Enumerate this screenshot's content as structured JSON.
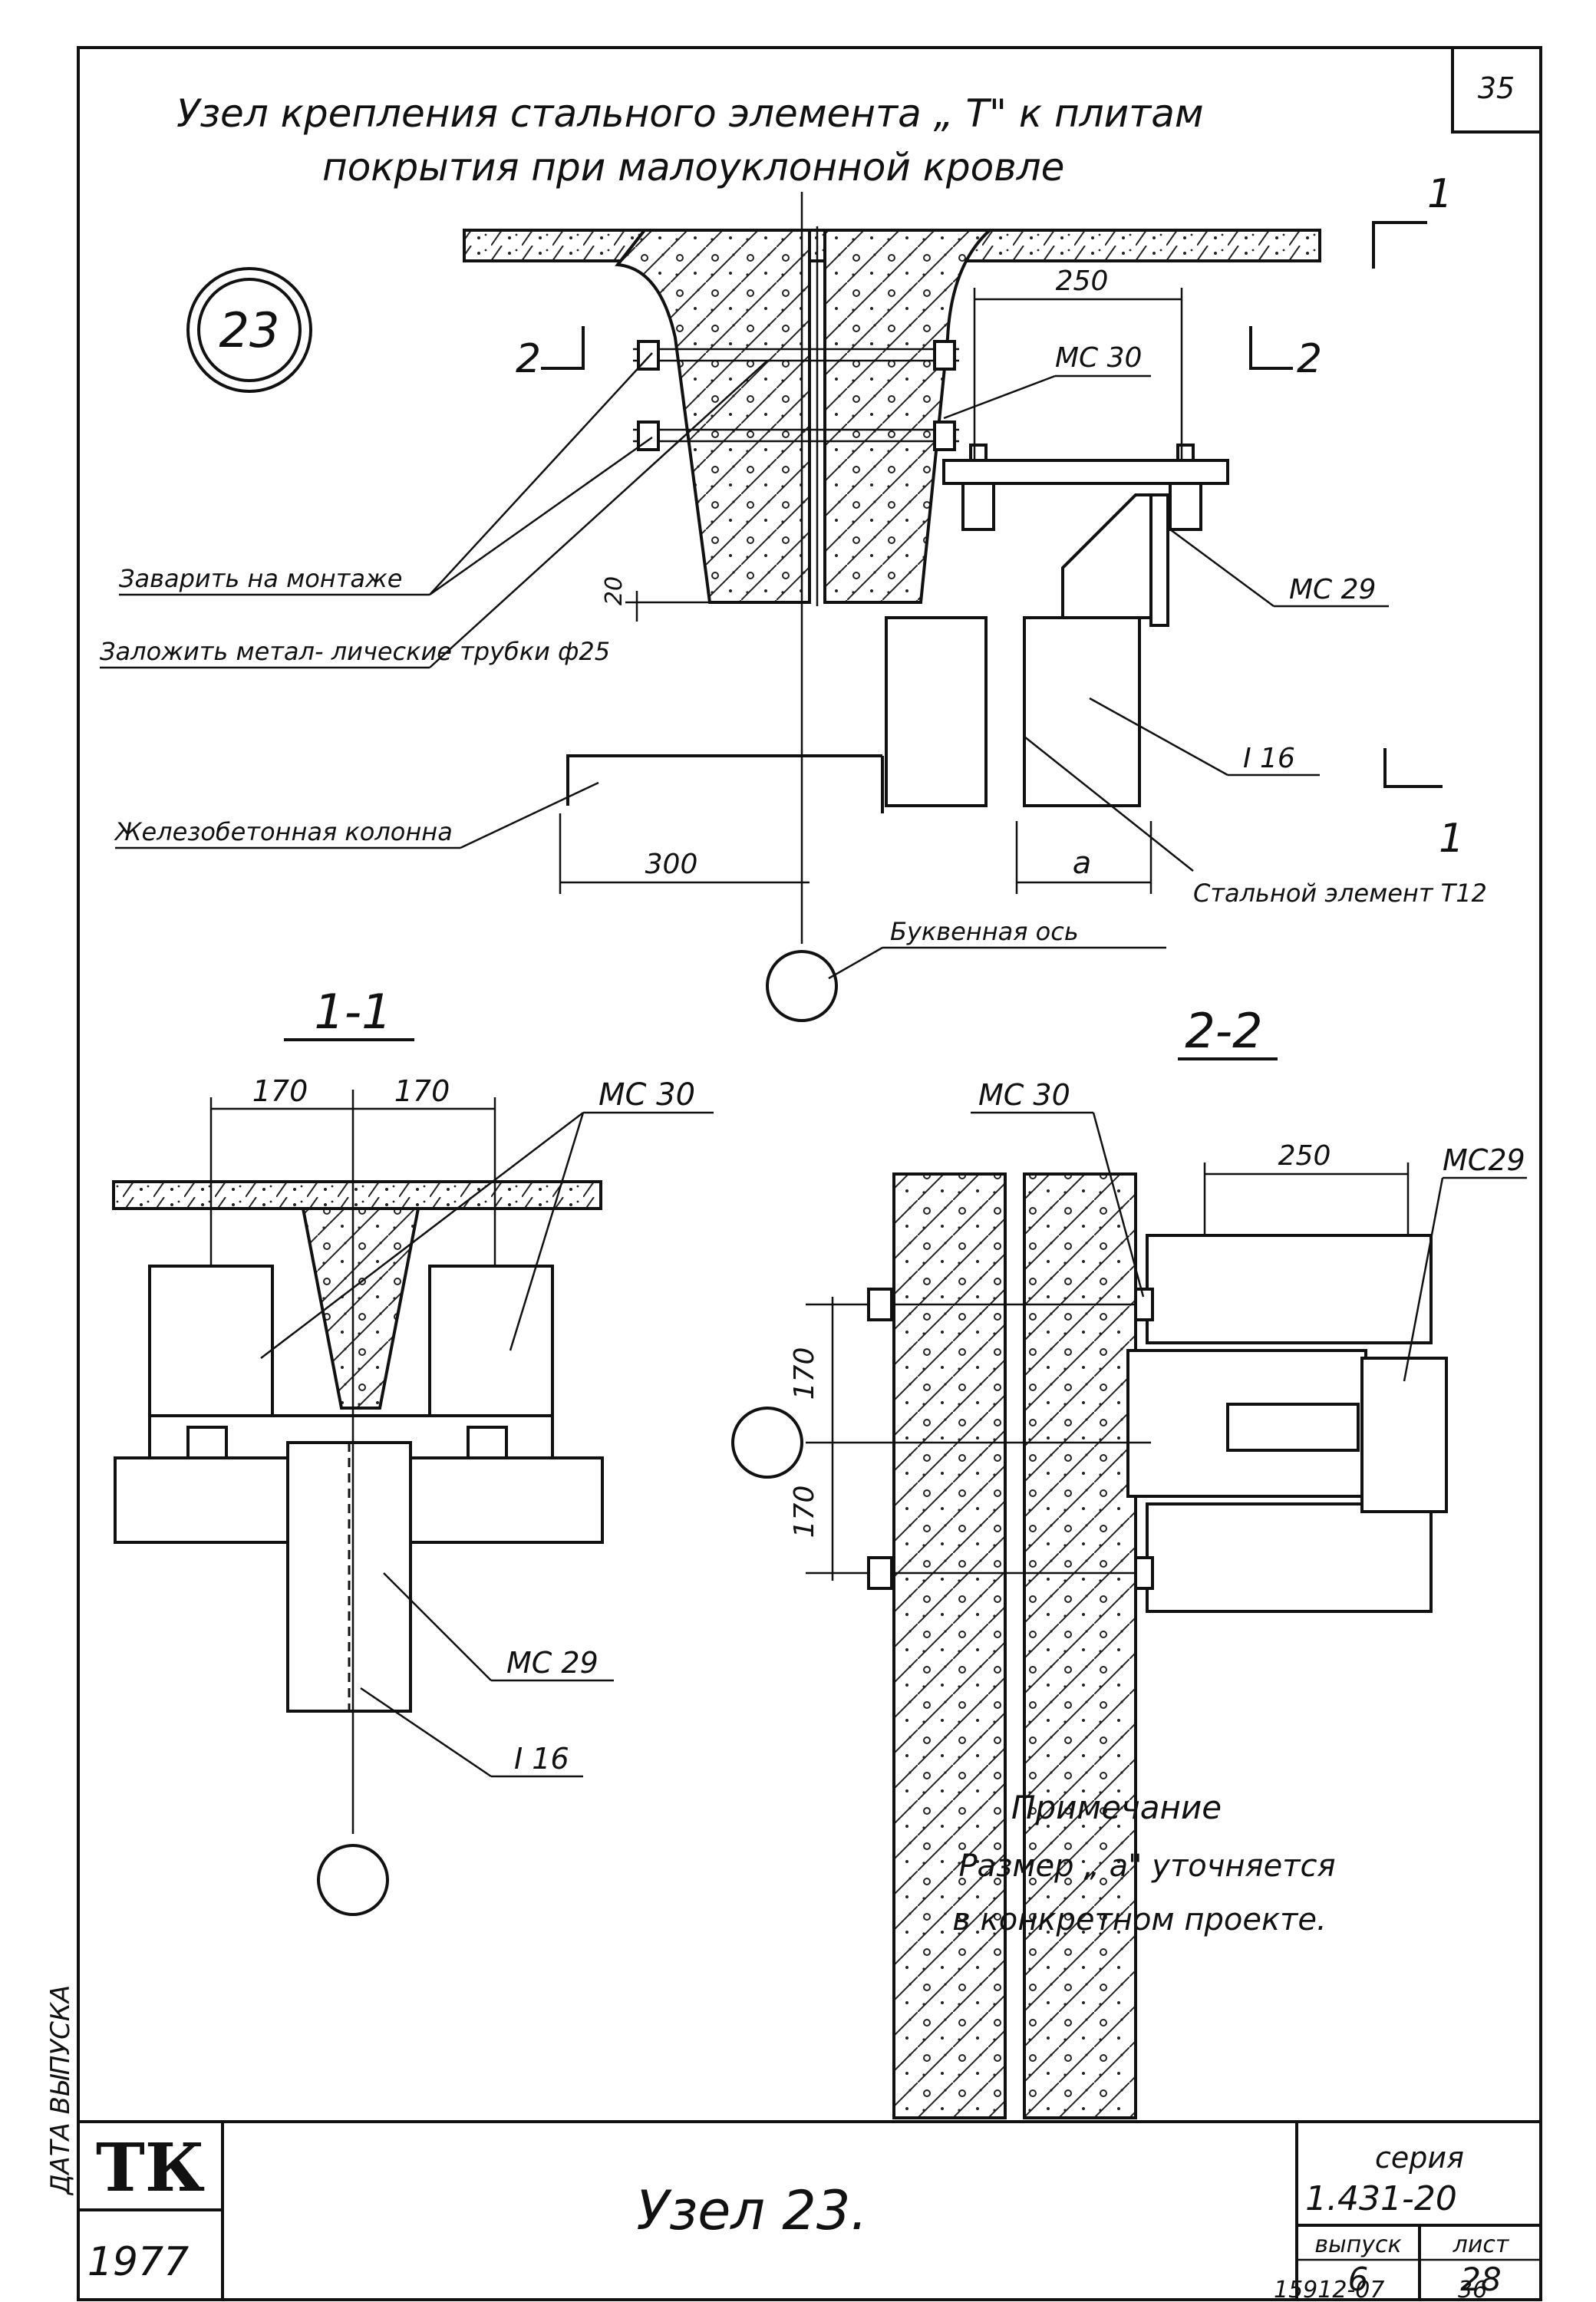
{
  "sheet": {
    "page_number": "35",
    "title_line1": "Узел крепления стального элемента „ Т\" к плитам",
    "title_line2": "покрытия при малоуклонной кровле",
    "node_badge": "23",
    "stamp_logo": "ТК",
    "stamp_year": "1977",
    "stamp_title": "Узел 23.",
    "series_label": "серия",
    "series_value": "1.431-20",
    "issue_label": "выпуск",
    "issue_value": "6",
    "sheet_label": "лист",
    "sheet_value": "28",
    "bottom_code": "15912-07",
    "bottom_number": "36"
  },
  "top_view": {
    "section_1": "1",
    "section_2": "2",
    "dim_250": "250",
    "dim_20": "20",
    "dim_300": "300",
    "dim_a": "a",
    "label_mc30": "МС 30",
    "label_mc29": "МС 29",
    "label_i16": "I 16",
    "label_weld": "Заварить на монтаже",
    "label_tubes": "Заложить метал- лические трубки ф25",
    "label_column": "Железобетонная колонна",
    "label_steel": "Стальной элемент Т12",
    "label_axis": "Буквенная ось"
  },
  "section_1_1": {
    "title": "1-1",
    "dim_170_left": "170",
    "dim_170_right": "170",
    "label_mc30": "МС 30",
    "label_mc29": "МС 29",
    "label_i16": "I 16"
  },
  "section_2_2": {
    "title": "2-2",
    "label_mc30": "МС 30",
    "label_mc29": "МС29",
    "dim_250": "250",
    "dim_170_top": "170",
    "dim_170_bottom": "170"
  },
  "note": {
    "heading": "Примечание",
    "line1": "Размер „ а\" уточняется",
    "line2": "в конкретном проекте."
  },
  "side_strip": {
    "text": "ДАТА ВЫПУСКА"
  }
}
